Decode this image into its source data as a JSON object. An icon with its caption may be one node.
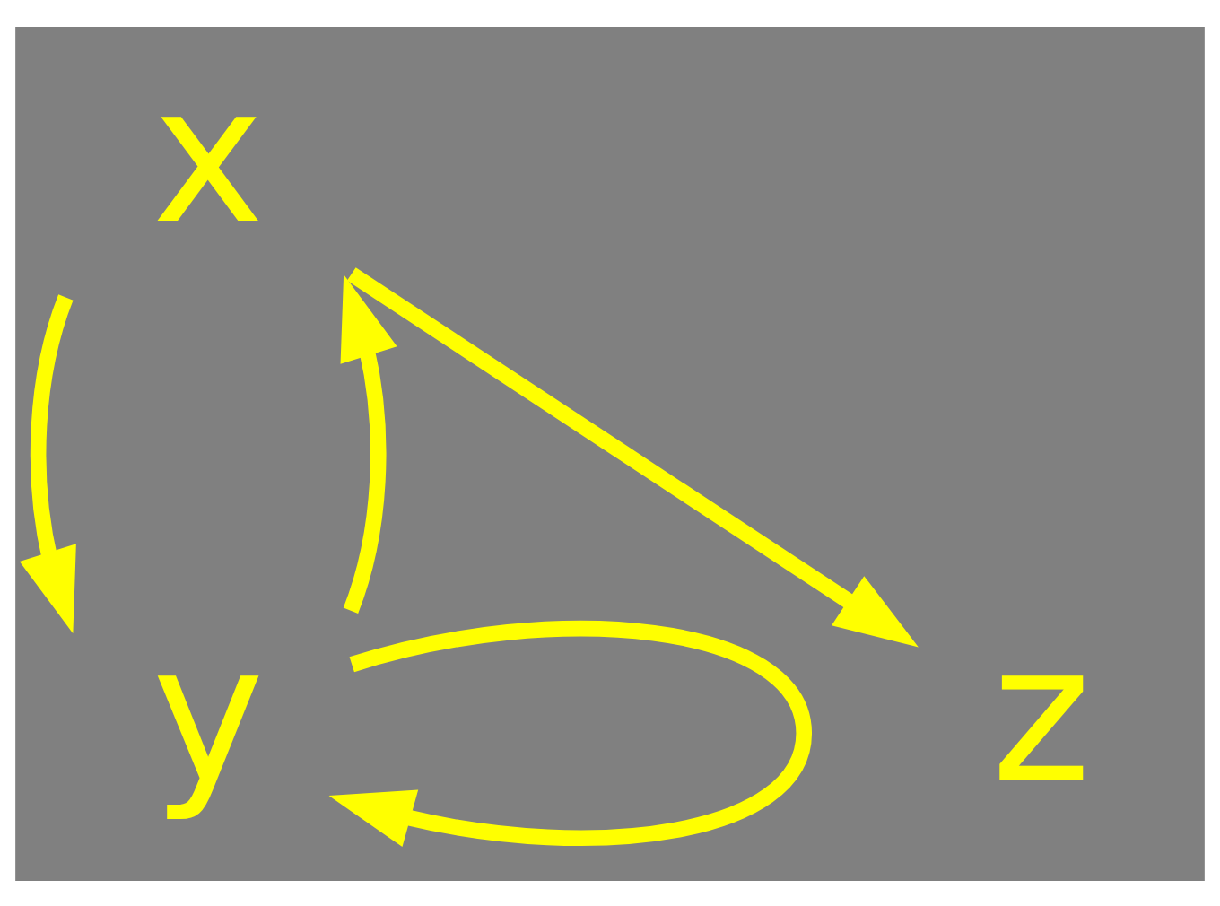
{
  "diagram": {
    "nodes": [
      {
        "text": [
          "x"
        ]
      },
      {
        "text": [
          "y"
        ]
      },
      {
        "text": [
          "z"
        ]
      }
    ],
    "edges": [
      {
        "from": 0,
        "to": 1,
        "arrow": "to"
      },
      {
        "from": 1,
        "to": 0,
        "arrow": "to"
      },
      {
        "from": 0,
        "to": 2,
        "arrow": "to"
      },
      {
        "from": 1,
        "to": 1,
        "arrow": "to"
      }
    ]
  }
}
